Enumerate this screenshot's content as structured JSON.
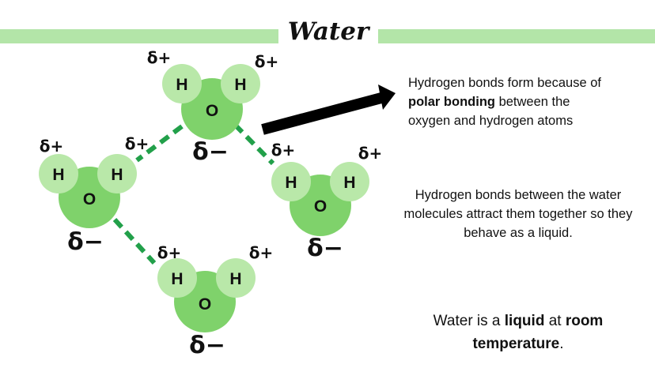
{
  "title": "Water",
  "colors": {
    "title_bar": "#b3e5a8",
    "oxygen": "#7fd26b",
    "hydrogen": "#b9e8a9",
    "hydrogen_bond": "#22a04a",
    "arrow": "#000000"
  },
  "atoms": {
    "oxygen": "O",
    "hydrogen": "H"
  },
  "charges": {
    "partial_positive": "δ+",
    "partial_negative": "δ−"
  },
  "notes": {
    "polar": {
      "pre": "Hydrogen bonds form because of ",
      "bold": "polar bonding",
      "post": " between the oxygen and hydrogen atoms"
    },
    "attract": "Hydrogen bonds between the water molecules attract them together so they behave as a liquid.",
    "liquid": {
      "pre": "Water is a ",
      "bold1": "liquid",
      "mid": " at ",
      "bold2": "room temperature",
      "post": "."
    }
  }
}
